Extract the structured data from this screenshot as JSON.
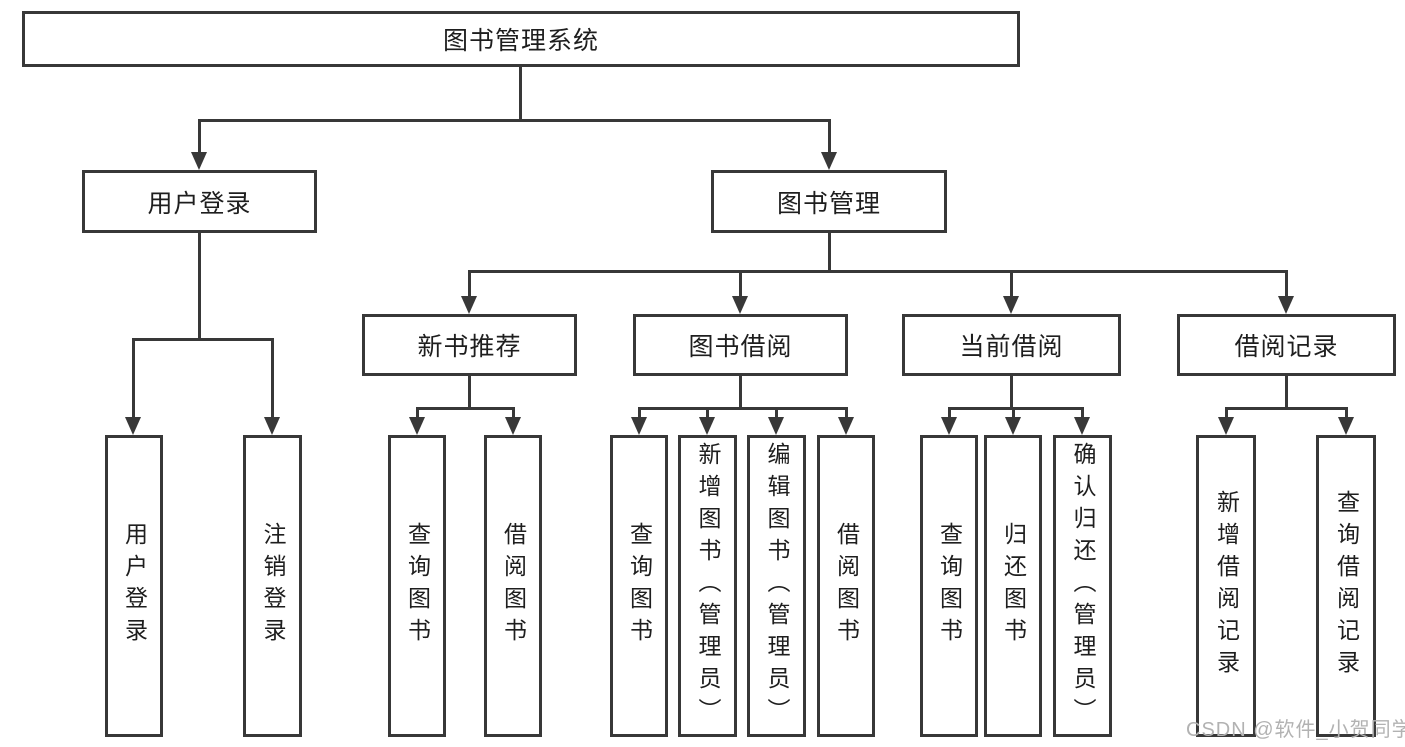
{
  "tree": {
    "label": "图书管理系统",
    "children": [
      {
        "label": "用户登录",
        "children": [
          {
            "label": "用户登录"
          },
          {
            "label": "注销登录"
          }
        ]
      },
      {
        "label": "图书管理",
        "children": [
          {
            "label": "新书推荐",
            "children": [
              {
                "label": "查询图书"
              },
              {
                "label": "借阅图书"
              }
            ]
          },
          {
            "label": "图书借阅",
            "children": [
              {
                "label": "查询图书"
              },
              {
                "label": "新增图书（管理员）"
              },
              {
                "label": "编辑图书（管理员）"
              },
              {
                "label": "借阅图书"
              }
            ]
          },
          {
            "label": "当前借阅",
            "children": [
              {
                "label": "查询图书"
              },
              {
                "label": "归还图书"
              },
              {
                "label": "确认归还（管理员）"
              }
            ]
          },
          {
            "label": "借阅记录",
            "children": [
              {
                "label": "新增借阅记录"
              },
              {
                "label": "查询借阅记录"
              }
            ]
          }
        ]
      }
    ]
  },
  "watermark": {
    "text": "CSDN @软件_小贺同学"
  },
  "colors": {
    "line": "#383838",
    "text": "#1e1e1e",
    "bg": "#ffffff",
    "watermark": "#b2b2b2"
  }
}
